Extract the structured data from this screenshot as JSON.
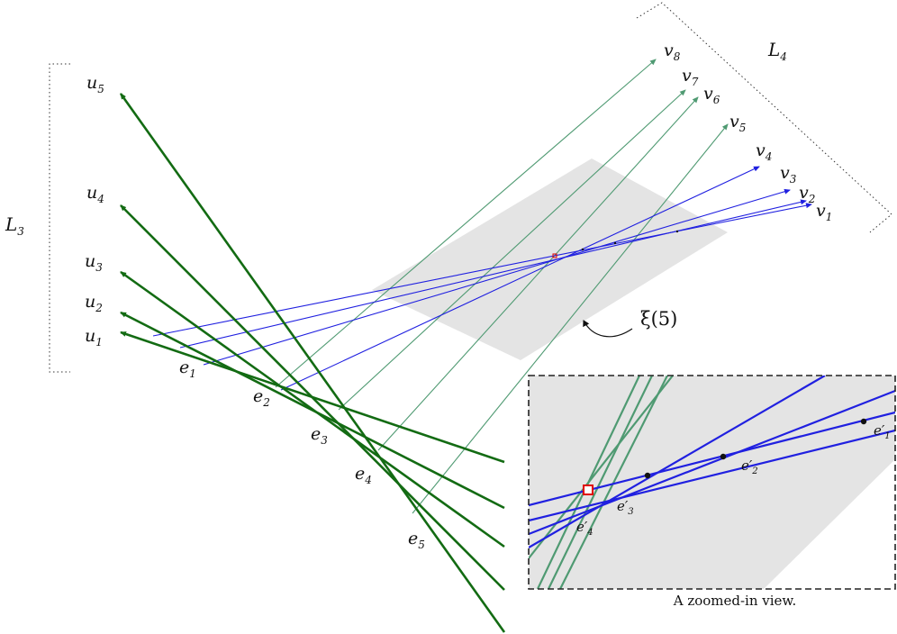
{
  "labels": {
    "L3": {
      "base": "L",
      "sub": "3"
    },
    "L4": {
      "base": "L",
      "sub": "4"
    },
    "xi": "ξ(5)",
    "u": [
      {
        "base": "u",
        "sub": "1"
      },
      {
        "base": "u",
        "sub": "2"
      },
      {
        "base": "u",
        "sub": "3"
      },
      {
        "base": "u",
        "sub": "4"
      },
      {
        "base": "u",
        "sub": "5"
      }
    ],
    "v": [
      {
        "base": "v",
        "sub": "1"
      },
      {
        "base": "v",
        "sub": "2"
      },
      {
        "base": "v",
        "sub": "3"
      },
      {
        "base": "v",
        "sub": "4"
      },
      {
        "base": "v",
        "sub": "5"
      },
      {
        "base": "v",
        "sub": "6"
      },
      {
        "base": "v",
        "sub": "7"
      },
      {
        "base": "v",
        "sub": "8"
      }
    ],
    "e": [
      {
        "base": "e",
        "sub": "1"
      },
      {
        "base": "e",
        "sub": "2"
      },
      {
        "base": "e",
        "sub": "3"
      },
      {
        "base": "e",
        "sub": "4"
      },
      {
        "base": "e",
        "sub": "5"
      }
    ],
    "e_prime": [
      {
        "base": "e′",
        "sub": "1"
      },
      {
        "base": "e′",
        "sub": "2"
      },
      {
        "base": "e′",
        "sub": "3"
      },
      {
        "base": "e′",
        "sub": "4"
      }
    ]
  },
  "caption": "A zoomed-in view.",
  "colors": {
    "green_thick": "#136b13",
    "green_thin": "#4f9a72",
    "blue": "#2020e0",
    "plane": "#e4e4e4",
    "marker": "#e00000"
  }
}
